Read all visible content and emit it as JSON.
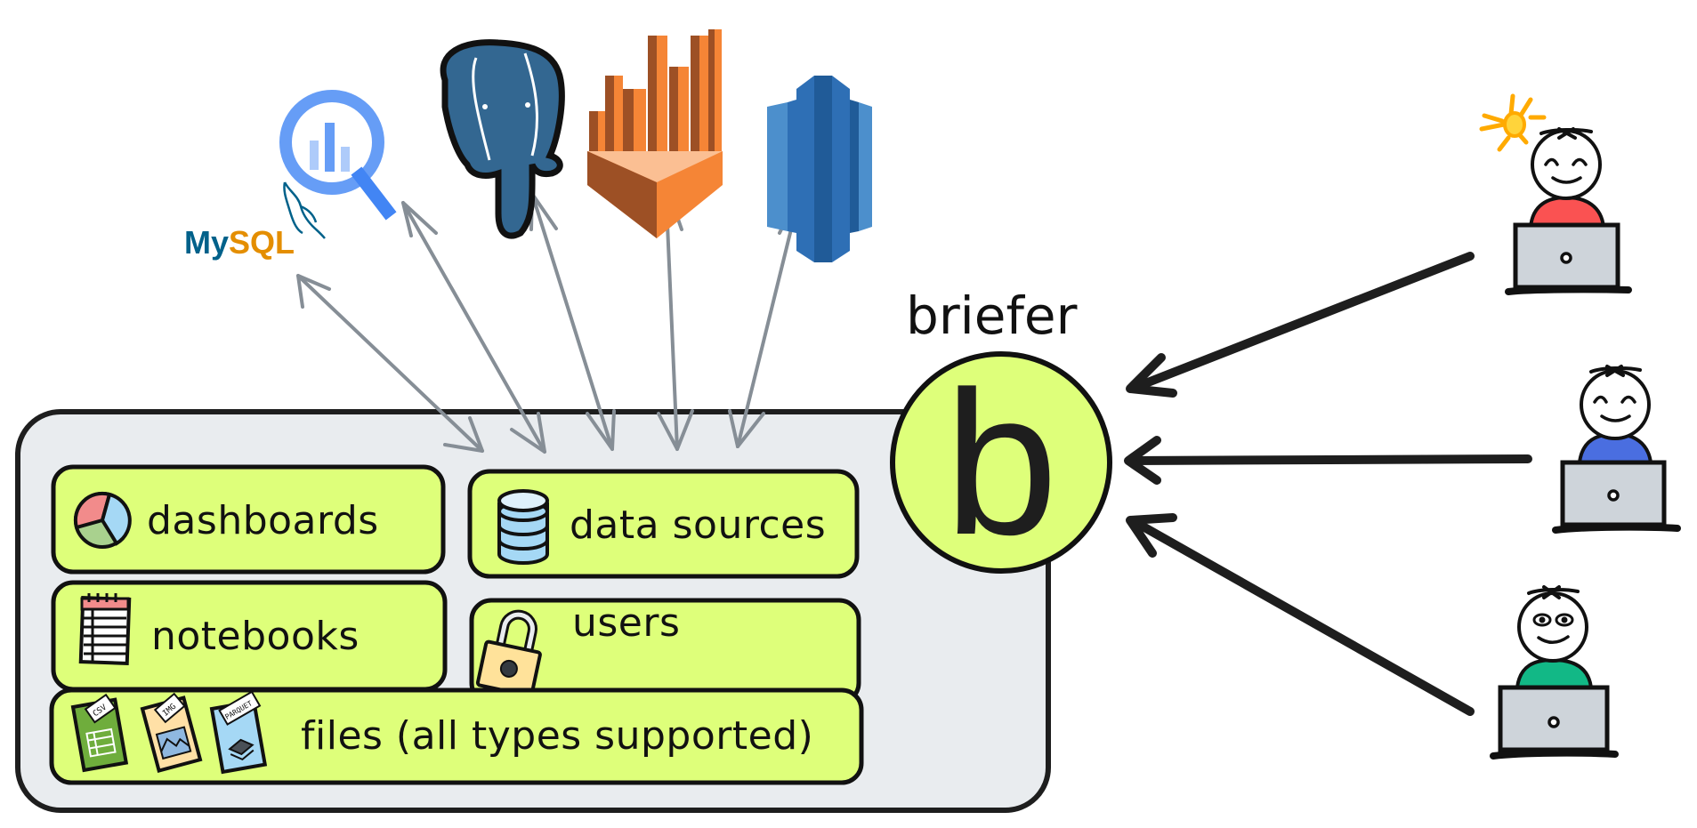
{
  "brand": {
    "name": "briefer",
    "logo_letter": "b",
    "accent_color": "#deff7a"
  },
  "data_sources": [
    {
      "name": "MySQL",
      "icon": "mysql-dolphin-icon",
      "text_my": "My",
      "text_sql": "SQL"
    },
    {
      "name": "BigQuery",
      "icon": "bigquery-icon"
    },
    {
      "name": "PostgreSQL",
      "icon": "postgresql-elephant-icon"
    },
    {
      "name": "Amazon Athena",
      "icon": "aws-athena-icon"
    },
    {
      "name": "Amazon Redshift",
      "icon": "aws-redshift-icon"
    }
  ],
  "platform": {
    "cards": [
      {
        "label": "dashboards",
        "icon": "pie-chart-icon"
      },
      {
        "label": "data sources",
        "icon": "database-icon"
      },
      {
        "label": "notebooks",
        "icon": "notebook-icon"
      },
      {
        "label": "users",
        "icon": "padlock-icon"
      },
      {
        "label": "files (all types supported)",
        "icon": "file-types-icon",
        "file_tags": [
          "CSV",
          "IMG",
          "PARQUET"
        ]
      }
    ]
  },
  "users": [
    {
      "shirt_color": "#fa5252",
      "expression": "happy",
      "has_idea_bulb": true
    },
    {
      "shirt_color": "#4a6ee0",
      "expression": "happy",
      "has_idea_bulb": false
    },
    {
      "shirt_color": "#12b886",
      "expression": "looking",
      "has_idea_bulb": false
    }
  ],
  "colors": {
    "panel_bg": "#e9ecef",
    "card_bg": "#deff7a",
    "arrow_gray": "#868e96",
    "ink": "#1e1e1e"
  }
}
